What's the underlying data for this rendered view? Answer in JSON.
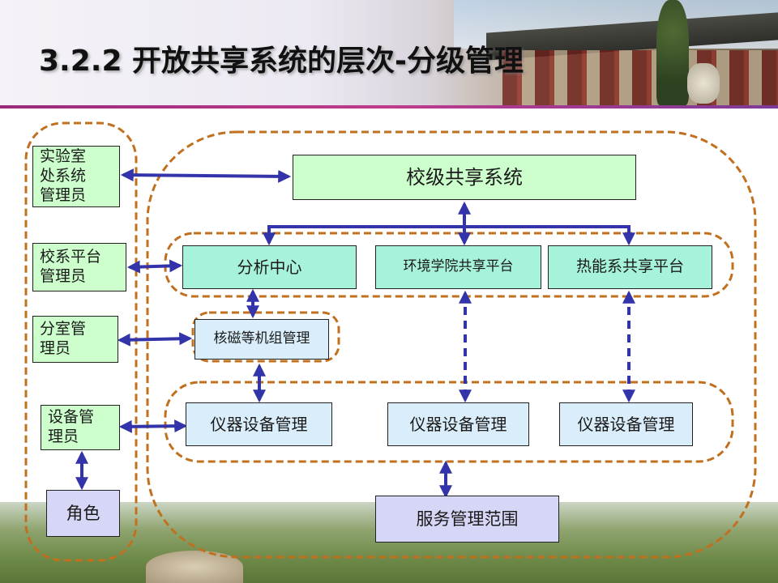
{
  "title": "3.2.2 开放共享系统的层次-分级管理",
  "roles": [
    "实验室\n处系统\n管理员",
    "校系平台\n管理员",
    "分室管\n理员",
    "设备管\n理员",
    "角色"
  ],
  "system": {
    "top": "校级共享系统",
    "platforms": [
      "分析中心",
      "环境学院共享平台",
      "热能系共享平台"
    ],
    "group": "核磁等机组管理",
    "equipment": [
      "仪器设备管理",
      "仪器设备管理",
      "仪器设备管理"
    ],
    "scope": "服务管理范围"
  },
  "colors": {
    "arrow": "#3333aa",
    "dashed_border": "#c0701e"
  }
}
